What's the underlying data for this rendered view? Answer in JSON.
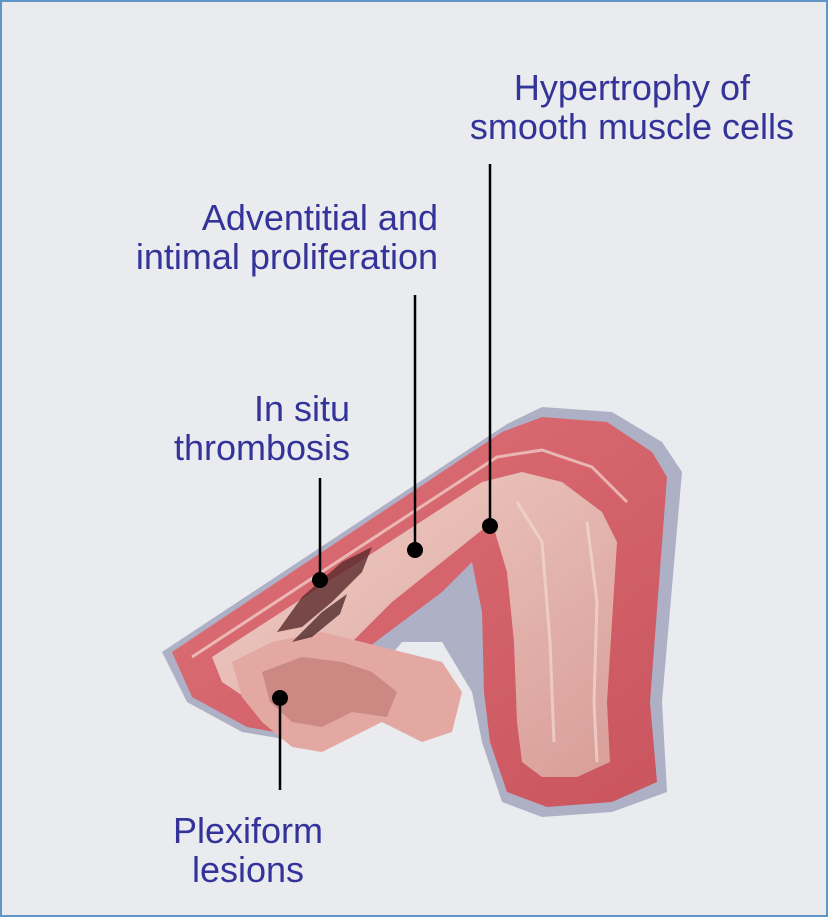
{
  "annotations": {
    "hypertrophy": {
      "line1": "Hypertrophy of",
      "line2": "smooth muscle cells"
    },
    "adventitial": {
      "line1": "Adventitial and",
      "line2": "intimal proliferation"
    },
    "thrombosis": {
      "line1": "In situ",
      "line2": "thrombosis"
    },
    "plexiform": {
      "line1": "Plexiform",
      "line2": "lesions"
    }
  },
  "colors": {
    "label_text": "#333399",
    "panel_background": "#e9ebee",
    "panel_border": "#5f95c7",
    "vessel_wall": "#d9646a",
    "vessel_lumen": "#ecc4bd",
    "adventitia": "#aeb0c6"
  }
}
